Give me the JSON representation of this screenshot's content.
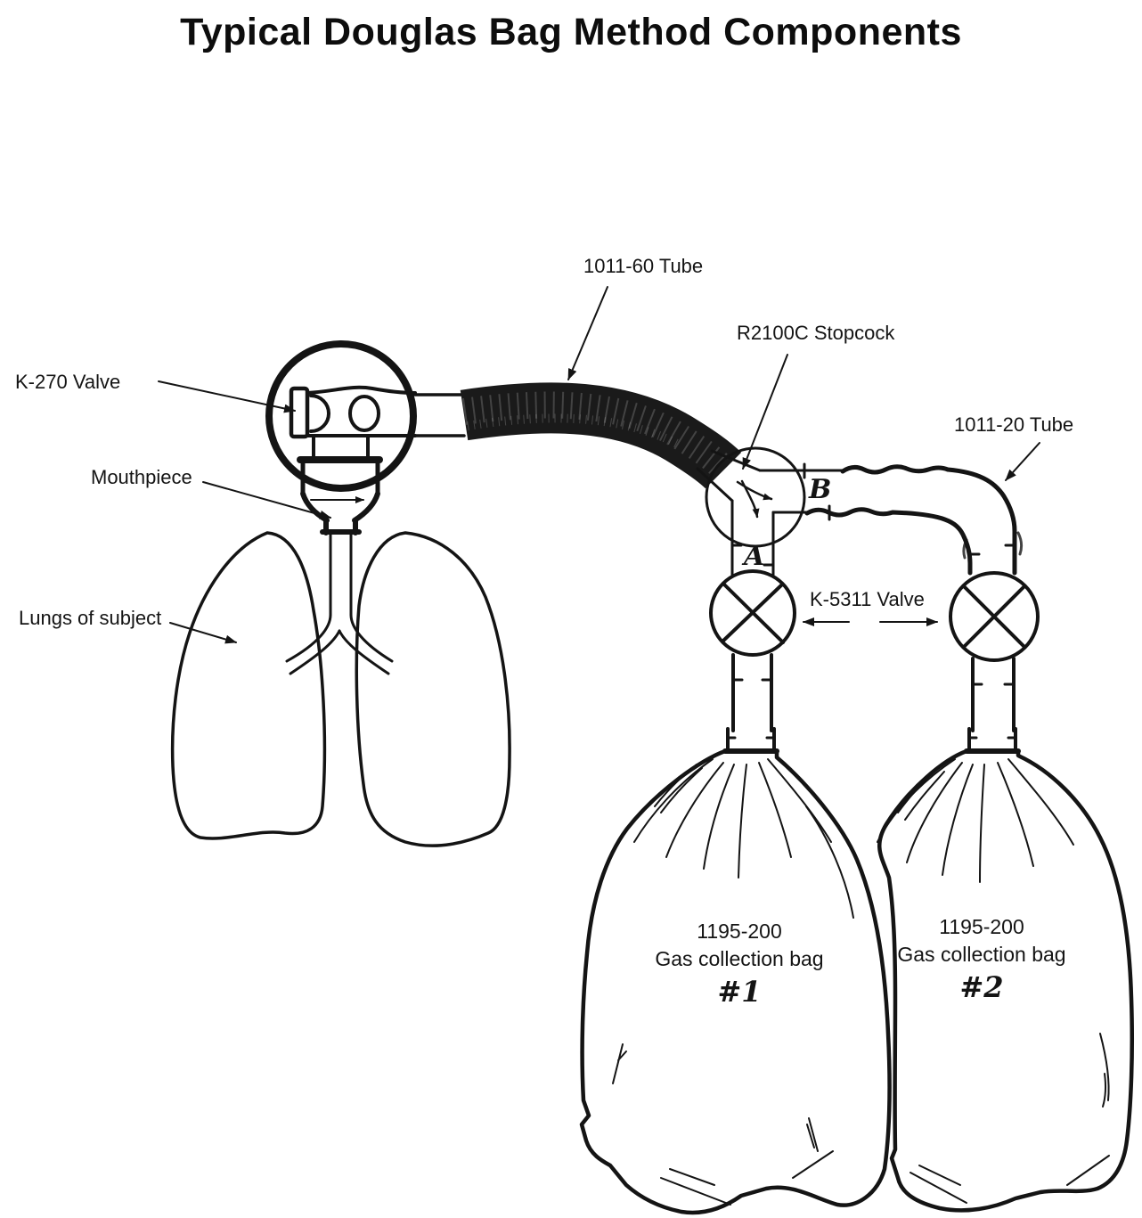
{
  "title": "Typical Douglas Bag Method Components",
  "labels": {
    "tube_1011_60": "1011-60 Tube",
    "stopcock": "R2100C Stopcock",
    "tube_1011_20": "1011-20 Tube",
    "k270_valve": "K-270 Valve",
    "mouthpiece": "Mouthpiece",
    "lungs": "Lungs of subject",
    "k5311_valve": "K-5311 Valve",
    "port_a": "A",
    "port_b": "B"
  },
  "bags": [
    {
      "model": "1195-200",
      "name": "Gas collection bag",
      "number": "#1"
    },
    {
      "model": "1195-200",
      "name": "Gas collection bag",
      "number": "#2"
    }
  ],
  "colors": {
    "ink": "#141414",
    "background": "#ffffff",
    "dark_tube": "#1a1a1a"
  }
}
